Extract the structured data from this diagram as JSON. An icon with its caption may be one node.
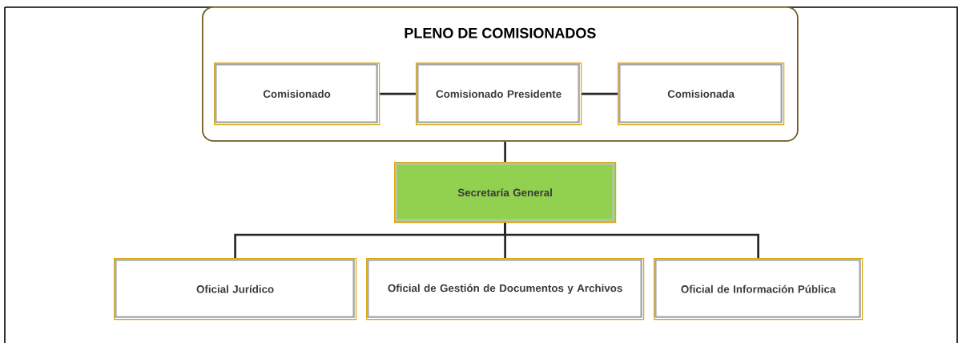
{
  "diagram": {
    "nodes": [
      {
        "text": [
          "PLENO DE COMISIONADOS"
        ]
      },
      {
        "text": [
          "Comisionado"
        ],
        "in": 0
      },
      {
        "text": [
          "Comisionado Presidente"
        ],
        "in": 0
      },
      {
        "text": [
          "Comisionada"
        ],
        "in": 0
      },
      {
        "text": [
          "Secretaría General"
        ]
      },
      {
        "text": [
          "Oficial Jurídico"
        ]
      },
      {
        "text": [
          "Oficial de Gestión de Documentos y Archivos"
        ]
      },
      {
        "text": [
          "Oficial de Información Pública"
        ]
      }
    ],
    "edges": [
      {
        "from": 1,
        "to": 2,
        "arrow": "none"
      },
      {
        "from": 2,
        "to": 3,
        "arrow": "none"
      },
      {
        "from": 0,
        "to": 4,
        "arrow": "none"
      },
      {
        "from": 4,
        "to": 5,
        "arrow": "none"
      },
      {
        "from": 4,
        "to": 6,
        "arrow": "none"
      },
      {
        "from": 4,
        "to": 7,
        "arrow": "none"
      }
    ]
  }
}
